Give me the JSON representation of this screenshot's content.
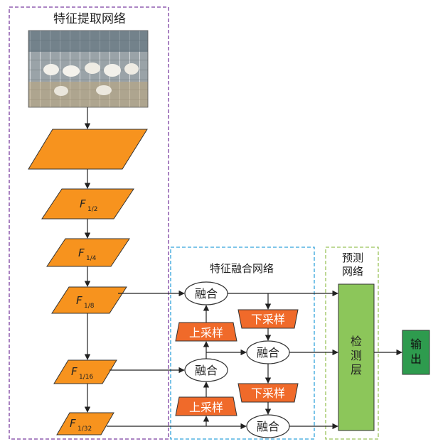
{
  "panels": {
    "feature_extraction": "特征提取网络",
    "feature_fusion": "特征融合网络",
    "prediction_line1": "预测",
    "prediction_line2": "网络"
  },
  "photo": {
    "description": "caged rabbits photograph"
  },
  "feature_maps": [
    {
      "base": "F",
      "sub": "1/2"
    },
    {
      "base": "F",
      "sub": "1/4"
    },
    {
      "base": "F",
      "sub": "1/8"
    },
    {
      "base": "F",
      "sub": "1/16"
    },
    {
      "base": "F",
      "sub": "1/32"
    }
  ],
  "fusion_nodes": [
    "融合",
    "融合",
    "融合",
    "融合"
  ],
  "upsample_label": "上采样",
  "downsample_label": "下采样",
  "detection_layer": [
    "检",
    "测",
    "层"
  ],
  "output": [
    "输",
    "出"
  ],
  "colors": {
    "orange": "#F7931E",
    "trapezoid": "#F06A2A",
    "green_det": "#8CC65A",
    "green_out": "#2E9B4E",
    "purple_border": "#7B3FA0",
    "blue_border": "#33A3DC",
    "green_border": "#9BC45A"
  }
}
